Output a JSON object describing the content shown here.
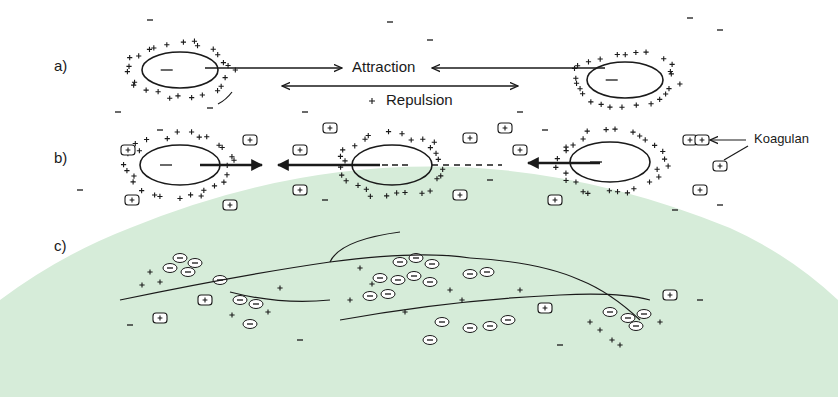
{
  "diagram": {
    "labels": [
      "a)",
      "Attraction",
      "Repulsion",
      "b)",
      "Koagulan",
      "c)"
    ]
  }
}
